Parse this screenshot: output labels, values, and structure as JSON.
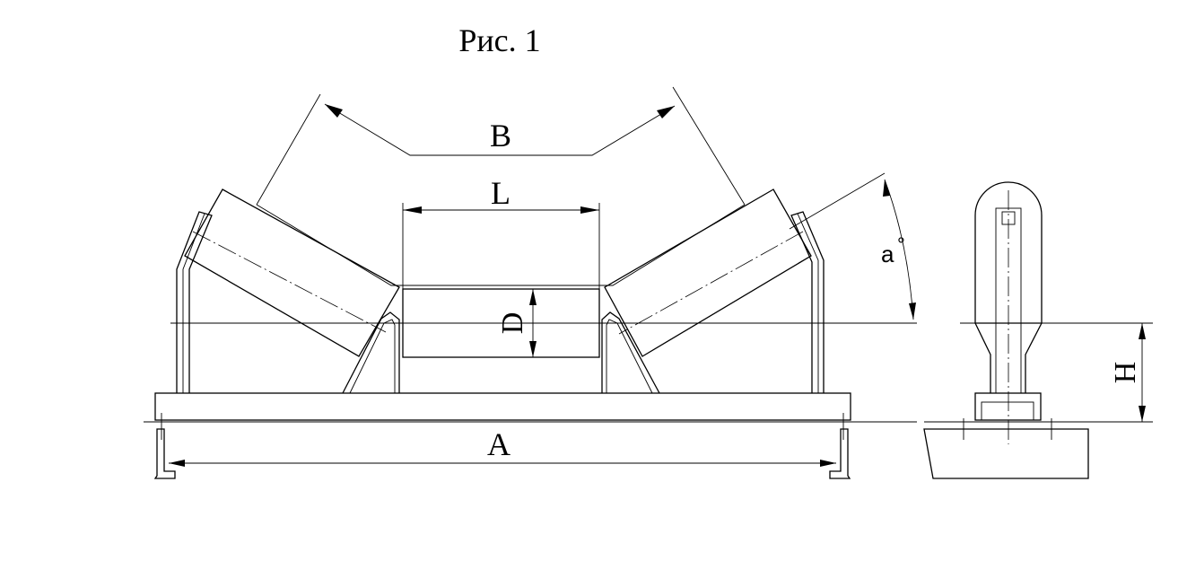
{
  "figure": {
    "title": "Рис. 1"
  },
  "labels": {
    "belt_width": "B",
    "roller_length": "L",
    "roller_diameter": "D",
    "mount_width": "A",
    "height": "H",
    "trough_angle": "a",
    "degree_symbol": "°"
  }
}
